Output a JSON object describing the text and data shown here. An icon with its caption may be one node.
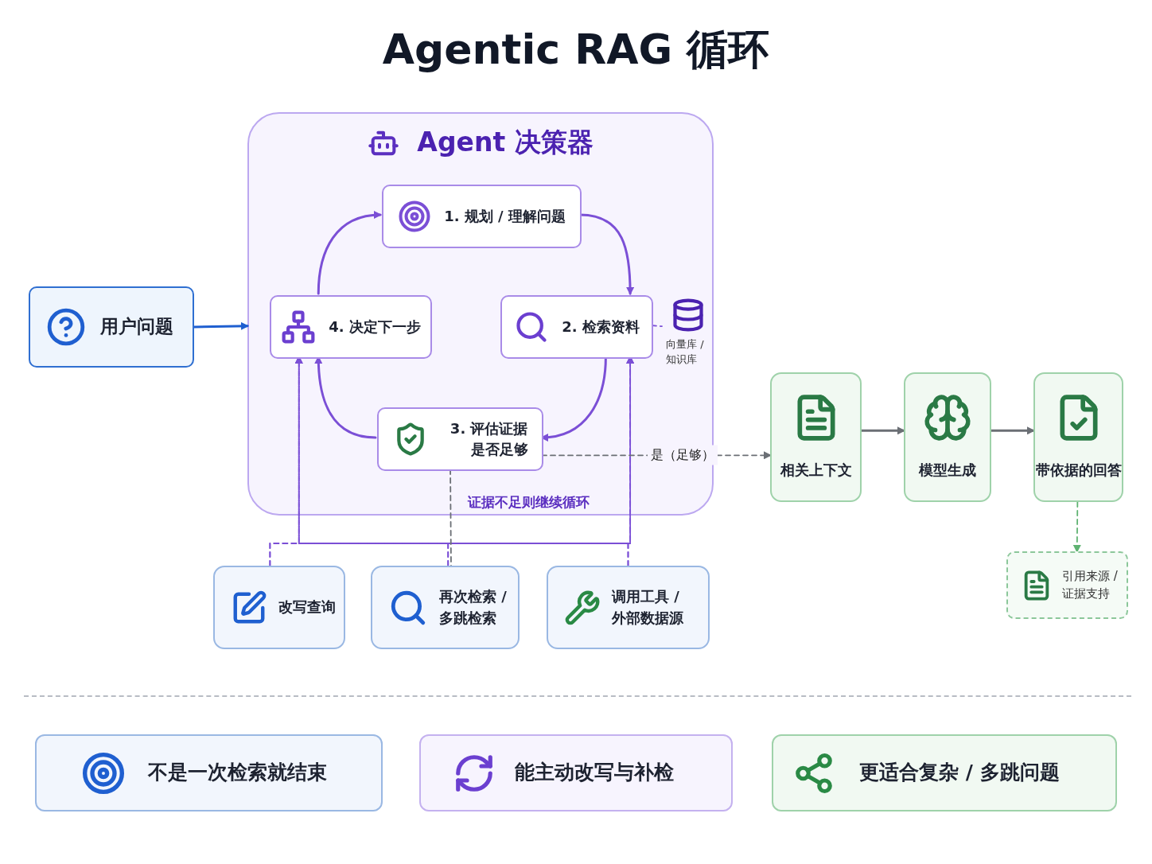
{
  "diagram": {
    "title": "Agentic RAG 循环",
    "nodes": [
      {
        "text": [
          "Agent 决策器"
        ]
      },
      {
        "text": [
          "用户问题"
        ]
      },
      {
        "text": [
          "1. 规划 / 理解问题"
        ],
        "in": 0
      },
      {
        "text": [
          "4. 决定下一步"
        ],
        "in": 0
      },
      {
        "text": [
          "2. 检索资料"
        ],
        "in": 0
      },
      {
        "text": [
          "3. 评估证据是否足够"
        ],
        "in": 0
      },
      {
        "text": [
          "向量库 / 知识库"
        ],
        "in": 0
      },
      {
        "text": [
          "改写查询"
        ]
      },
      {
        "text": [
          "再次检索 / 多跳检索"
        ]
      },
      {
        "text": [
          "调用工具 / 外部数据源"
        ]
      },
      {
        "text": [
          "相关上下文"
        ]
      },
      {
        "text": [
          "模型生成"
        ]
      },
      {
        "text": [
          "带依据的回答"
        ]
      },
      {
        "text": [
          "引用来源 / 证据支持"
        ]
      },
      {
        "text": [
          "不是一次检索就结束"
        ]
      },
      {
        "text": [
          "能主动改写与补检"
        ]
      },
      {
        "text": [
          "更适合复杂 / 多跳问题"
        ]
      }
    ],
    "edges": [
      {
        "from": 1,
        "to": 0,
        "arrow": "to",
        "color": "#1f5fd0"
      },
      {
        "from": 3,
        "to": 2,
        "arrow": "to"
      },
      {
        "from": 2,
        "to": 4,
        "arrow": "to"
      },
      {
        "from": 4,
        "to": 5,
        "arrow": "to"
      },
      {
        "from": 5,
        "to": 3,
        "arrow": "to"
      },
      {
        "from": 4,
        "to": 6,
        "arrow": "none",
        "style": "dashed"
      },
      {
        "from": 7,
        "to": 3,
        "arrow": "to",
        "style": "dashed"
      },
      {
        "from": 8,
        "to": 3,
        "arrow": "to",
        "style": "dashed"
      },
      {
        "from": 9,
        "to": 3,
        "arrow": "to",
        "style": "dashed"
      },
      {
        "from": 7,
        "to": 4,
        "arrow": "to",
        "style": "dashed"
      },
      {
        "from": 8,
        "to": 4,
        "arrow": "to",
        "style": "dashed"
      },
      {
        "from": 9,
        "to": 4,
        "arrow": "to",
        "style": "dashed"
      },
      {
        "from": 5,
        "to": 8,
        "arrow": "none",
        "style": "dashed",
        "color": "#6b6f75",
        "label": "证据不足则继续循环"
      },
      {
        "from": 5,
        "to": 10,
        "arrow": "to",
        "style": "dashed",
        "color": "#6b6f75",
        "label": "是（足够）"
      },
      {
        "from": 10,
        "to": 11,
        "arrow": "to",
        "color": "#6b6f75"
      },
      {
        "from": 11,
        "to": 12,
        "arrow": "to",
        "color": "#6b6f75"
      },
      {
        "from": 12,
        "to": 13,
        "arrow": "to",
        "style": "dashed",
        "color": "#5fb372"
      }
    ]
  }
}
